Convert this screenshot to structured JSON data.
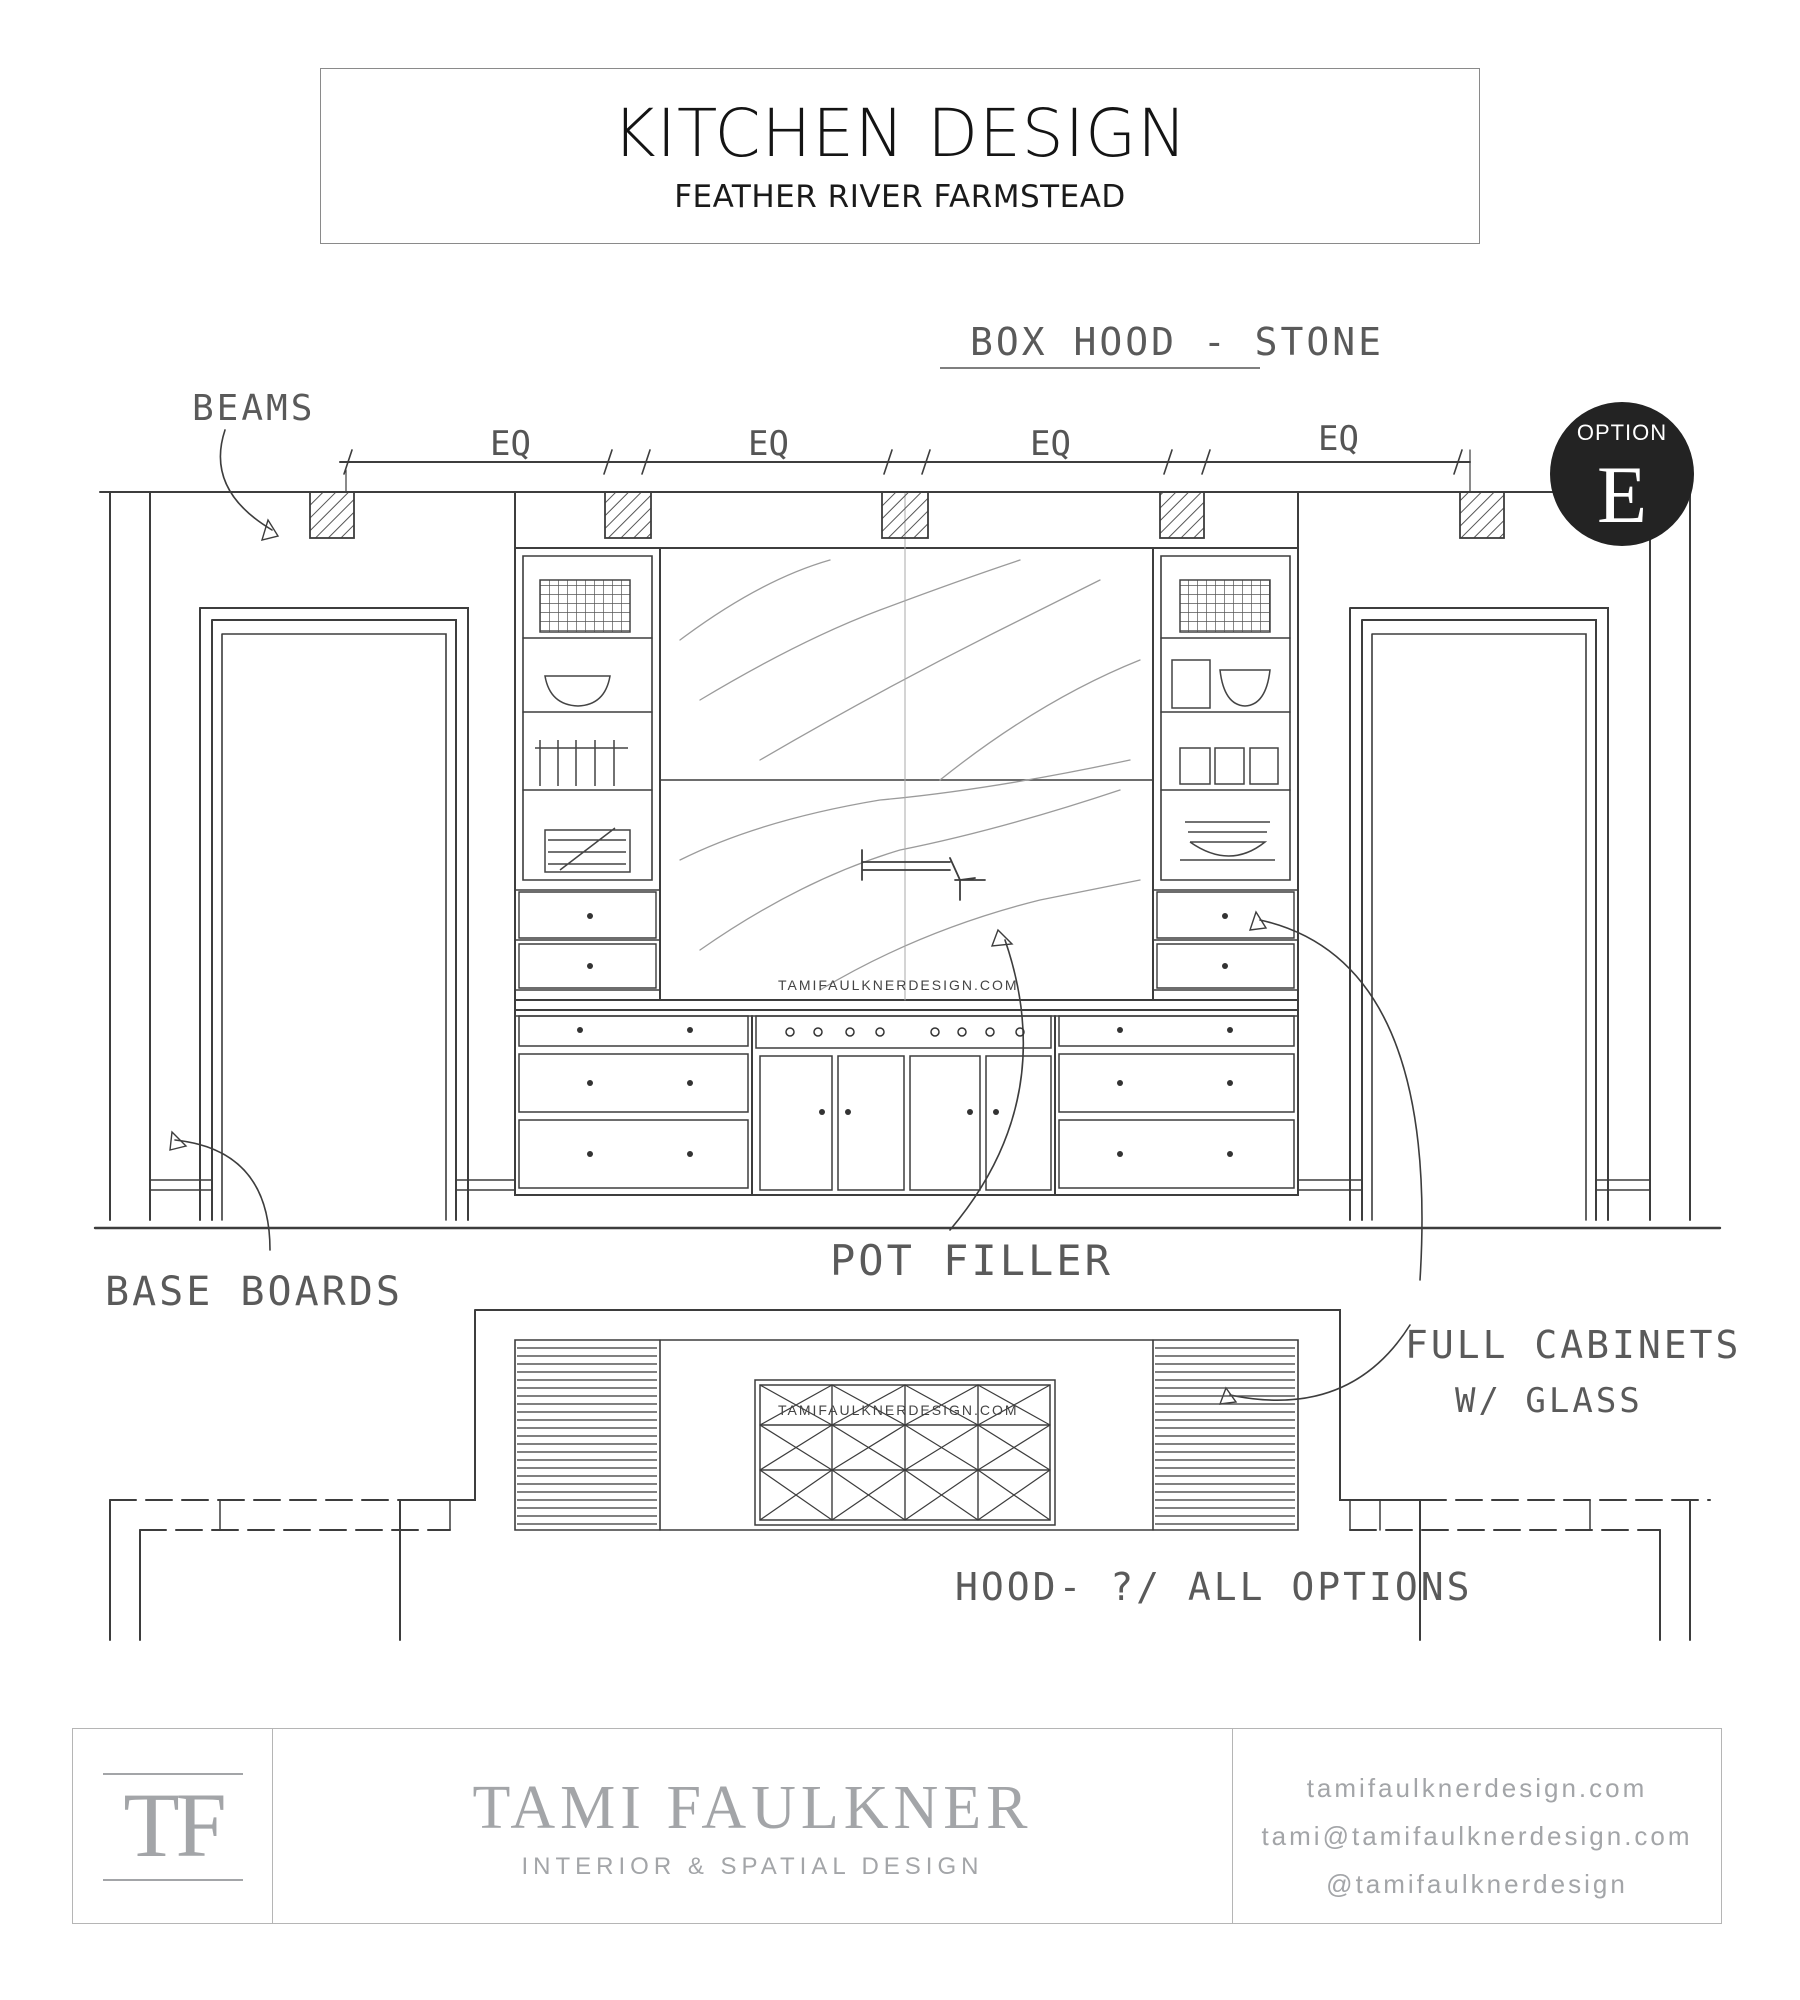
{
  "header": {
    "title": "KITCHEN DESIGN",
    "subtitle": "FEATHER RIVER FARMSTEAD"
  },
  "badge": {
    "label": "OPTION",
    "letter": "E",
    "color": "#232323"
  },
  "annotations": {
    "box_hood": "BOX HOOD - STONE",
    "beams": "BEAMS",
    "eq": [
      "EQ",
      "EQ",
      "EQ",
      "EQ"
    ],
    "base_boards": "BASE BOARDS",
    "pot_filler": "POT FILLER",
    "full_cabinets_line1": "FULL CABINETS",
    "full_cabinets_line2": "W/ GLASS",
    "hood_options": "HOOD-  ?/ ALL OPTIONS"
  },
  "watermarks": [
    "TAMIFAULKNERDESIGN.COM",
    "TAMIFAULKNERDESIGN.COM"
  ],
  "footer": {
    "monogram": "TF",
    "name": "TAMI FAULKNER",
    "tagline": "INTERIOR & SPATIAL DESIGN",
    "website": "tamifaulknerdesign.com",
    "email": "tami@tamifaulknerdesign.com",
    "handle": "@tamifaulknerdesign"
  },
  "colors": {
    "ink": "#3a3a3a",
    "pencil": "#6e6e6e",
    "brand_gray": "#a3a5a8"
  }
}
